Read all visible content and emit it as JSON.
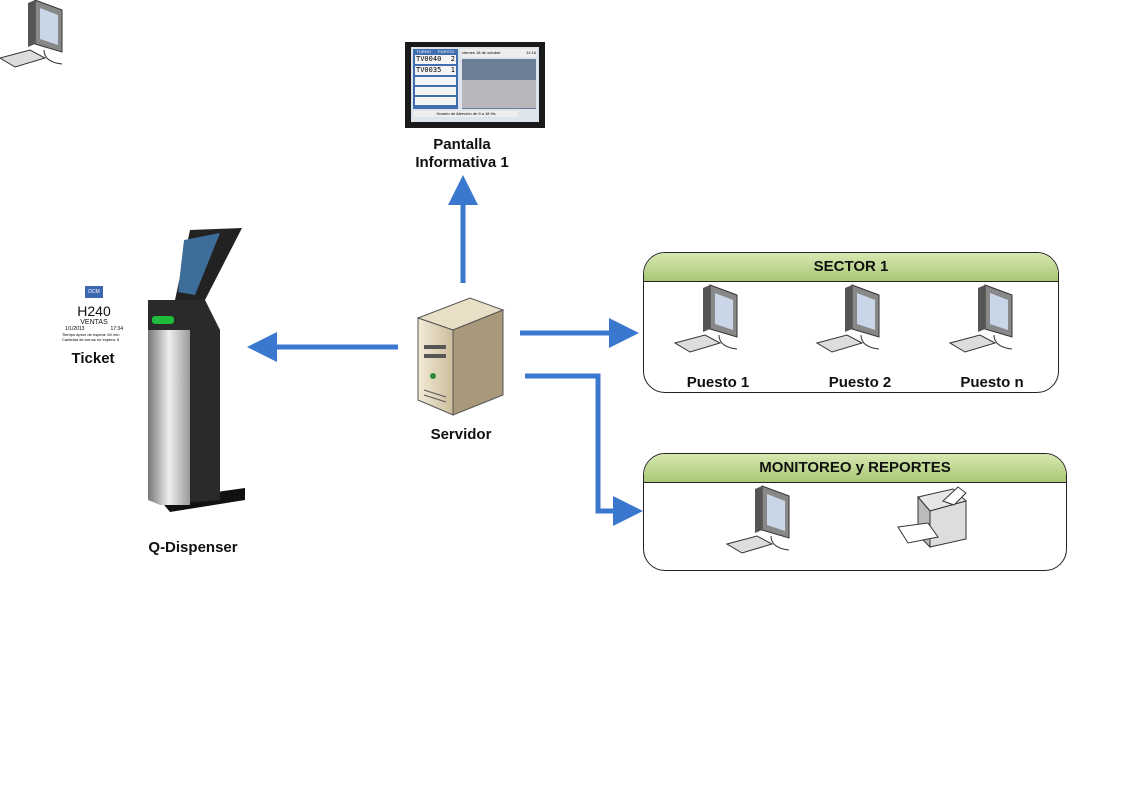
{
  "screen": {
    "label_line1": "Pantalla",
    "label_line2": "Informativa 1",
    "col_turno": "TURNO",
    "col_puesto": "PUESTO",
    "rows": [
      {
        "turno": "TV0040",
        "puesto": "2"
      },
      {
        "turno": "TV0035",
        "puesto": "1"
      }
    ],
    "date": "viernes 18 de octubre",
    "time": "11:16",
    "footer": "Horario de Atención de 9 a 18 Hs"
  },
  "ticket": {
    "logo": "DCM",
    "number": "H240",
    "department": "VENTAS",
    "date": "1/1/2013",
    "time": "17:34",
    "wait_line": "Tiempo aprox de espera: 60 min",
    "queue_line": "Cantidad de turnos en espera: 5",
    "label": "Ticket"
  },
  "kiosk": {
    "label": "Q-Dispenser"
  },
  "server": {
    "label": "Servidor"
  },
  "sector": {
    "title": "SECTOR 1",
    "stations": [
      "Puesto 1",
      "Puesto 2",
      "Puesto n"
    ]
  },
  "monitoring": {
    "title": "MONITOREO y REPORTES"
  },
  "colors": {
    "arrow": "#3a78cf",
    "header_green": "#b9d48b"
  }
}
